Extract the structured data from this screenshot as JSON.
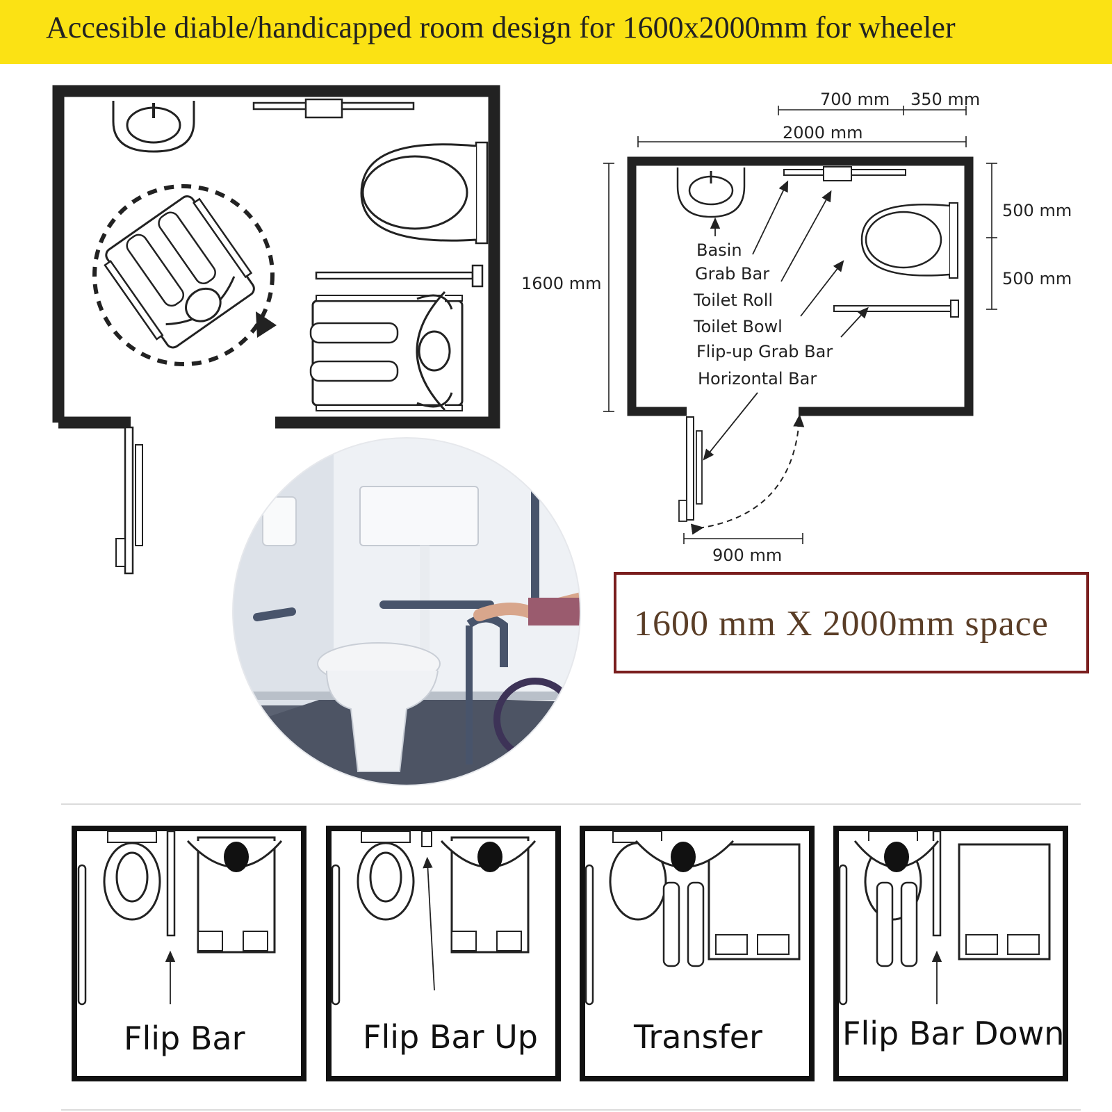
{
  "banner": {
    "title": "Accesible diable/handicapped room design for 1600x2000mm for wheeler",
    "color": "#fbe214"
  },
  "plan": {
    "labels": [
      "Basin",
      "Grab Bar",
      "Toilet Roll",
      "Toilet Bowl",
      "Flip-up Grab Bar",
      "Horizontal Bar"
    ],
    "dimensions": {
      "top_a": "700 mm",
      "top_b": "350 mm",
      "width": "2000 mm",
      "height": "1600 mm",
      "right_a": "500 mm",
      "right_b": "500 mm",
      "door": "900 mm"
    }
  },
  "space_label": "1600 mm X 2000mm space",
  "space_border_color": "#7a1e1e",
  "steps": [
    "Flip Bar",
    "Flip Bar Up",
    "Transfer",
    "Flip Bar Down"
  ]
}
